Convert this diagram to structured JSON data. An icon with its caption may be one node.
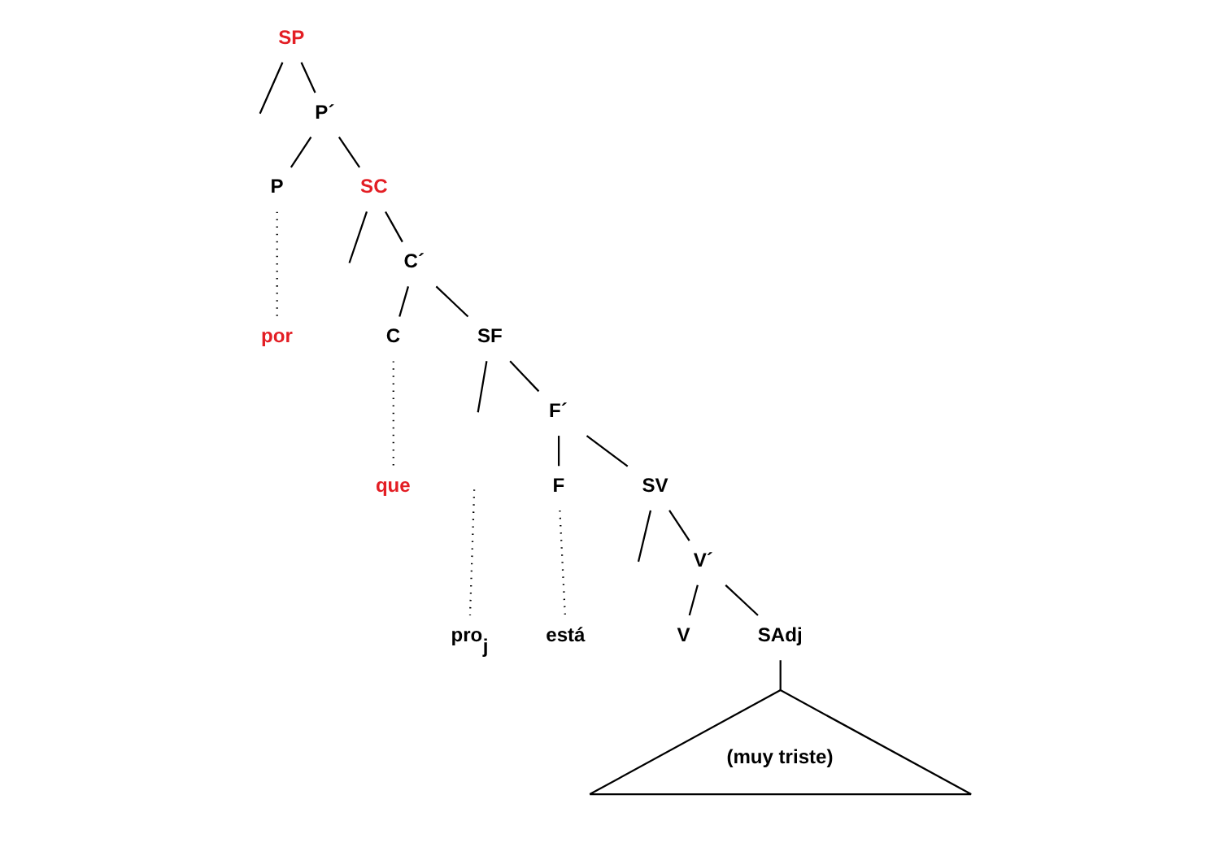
{
  "diagram": {
    "nodes": [
      {
        "text": [
          "SP"
        ]
      },
      {
        "text": [
          "P´"
        ]
      },
      {
        "text": [
          "P"
        ]
      },
      {
        "text": [
          "por"
        ]
      },
      {
        "text": [
          "SC"
        ]
      },
      {
        "text": [
          "C´"
        ]
      },
      {
        "text": [
          "C"
        ]
      },
      {
        "text": [
          "que"
        ]
      },
      {
        "text": [
          "SF"
        ]
      },
      {
        "text": [
          "F´"
        ]
      },
      {
        "text": [
          "pro$_{j}$"
        ]
      },
      {
        "text": [
          "F"
        ]
      },
      {
        "text": [
          "está"
        ]
      },
      {
        "text": [
          "SV"
        ]
      },
      {
        "text": [
          "V´"
        ]
      },
      {
        "text": [
          "V"
        ]
      },
      {
        "text": [
          "SAdj"
        ]
      },
      {
        "text": [
          "(muy triste)"
        ]
      }
    ],
    "edges": [
      {
        "from": 0,
        "to": null,
        "arrow": "none"
      },
      {
        "from": 0,
        "to": 1,
        "arrow": "none"
      },
      {
        "from": 1,
        "to": 2,
        "arrow": "none"
      },
      {
        "from": 1,
        "to": 4,
        "arrow": "none"
      },
      {
        "from": 2,
        "to": 3,
        "arrow": "none",
        "style": "dashed"
      },
      {
        "from": 4,
        "to": null,
        "arrow": "none"
      },
      {
        "from": 4,
        "to": 5,
        "arrow": "none"
      },
      {
        "from": 5,
        "to": 6,
        "arrow": "none"
      },
      {
        "from": 5,
        "to": 8,
        "arrow": "none"
      },
      {
        "from": 6,
        "to": 7,
        "arrow": "none",
        "style": "dashed"
      },
      {
        "from": 8,
        "to": null,
        "arrow": "none"
      },
      {
        "from": 8,
        "to": 9,
        "arrow": "none"
      },
      {
        "from": null,
        "to": 10,
        "arrow": "none",
        "style": "dashed"
      },
      {
        "from": 9,
        "to": 11,
        "arrow": "none"
      },
      {
        "from": 9,
        "to": 13,
        "arrow": "none"
      },
      {
        "from": 11,
        "to": 12,
        "arrow": "none",
        "style": "dashed"
      },
      {
        "from": 13,
        "to": null,
        "arrow": "none"
      },
      {
        "from": 13,
        "to": 14,
        "arrow": "none"
      },
      {
        "from": 14,
        "to": 15,
        "arrow": "none"
      },
      {
        "from": 14,
        "to": 16,
        "arrow": "none"
      },
      {
        "from": 16,
        "to": 17,
        "arrow": "none"
      }
    ]
  }
}
